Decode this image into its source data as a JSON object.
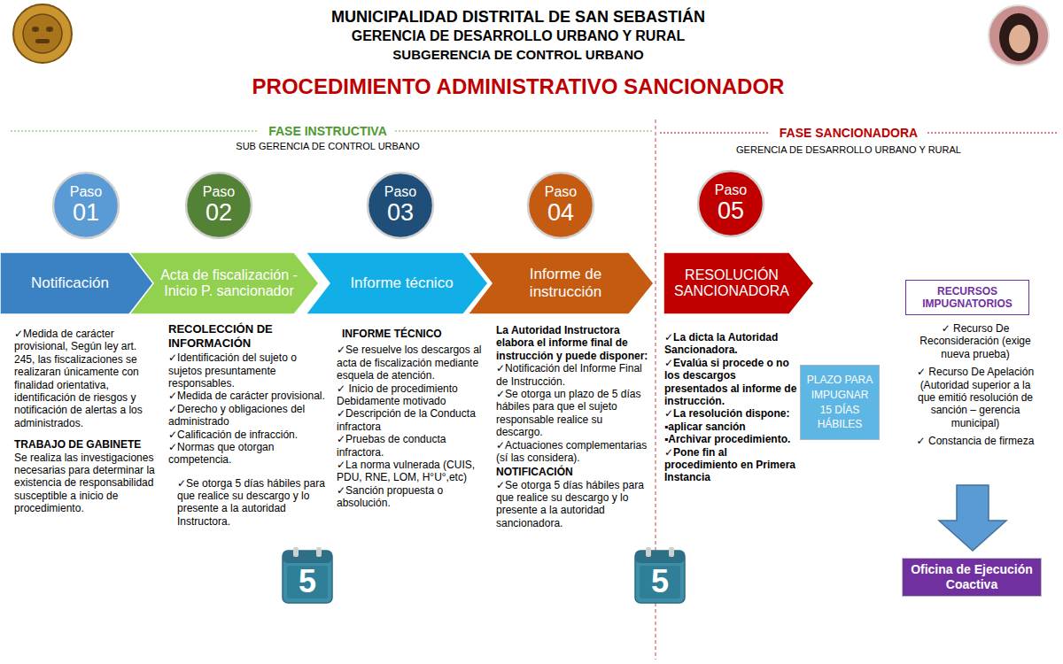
{
  "diagram": {
    "title": "PROCEDIMIENTO ADMINISTRATIVO SANCIONADOR",
    "nodes": [
      {
        "text": [
          "Paso",
          "01"
        ]
      },
      {
        "text": [
          "Paso",
          "02"
        ]
      },
      {
        "text": [
          "Paso",
          "03"
        ]
      },
      {
        "text": [
          "Paso",
          "04"
        ]
      },
      {
        "text": [
          "Paso",
          "05"
        ]
      },
      {
        "text": [
          "Notificación"
        ]
      },
      {
        "text": [
          "Acta de fiscalización -Inicio P. sancionador"
        ]
      },
      {
        "text": [
          "Informe técnico"
        ]
      },
      {
        "text": [
          "Informe de instrucción"
        ]
      },
      {
        "text": [
          "RESOLUCIÓN SANCIONADORA"
        ]
      },
      {
        "text": [
          "PLAZO PARA IMPUGNAR 15 DÍAS HÁBILES"
        ]
      },
      {
        "text": [
          "RECURSOS IMPUGNATORIOS"
        ]
      },
      {
        "text": [
          "Oficina de Ejecución Coactiva"
        ]
      }
    ],
    "labels": [
      "MUNICIPALIDAD DISTRITAL DE SAN SEBASTIÁN",
      "GERENCIA DE DESARROLLO URBANO Y RURAL",
      "SUBGERENCIA DE CONTROL URBANO",
      "FASE INSTRUCTIVA",
      "SUB GERENCIA DE CONTROL URBANO",
      "FASE SANCIONADORA",
      "GERENCIA DE DESARROLLO URBANO Y RURAL",
      "✓Medida de carácter provisional, Según ley art. 245, las fiscalizaciones se realizaran únicamente con finalidad orientativa, identificación de riesgos y notificación de alertas a los administrados.",
      "TRABAJO DE GABINETE",
      "Se realiza las investigaciones necesarias para determinar la existencia de responsabilidad susceptible a inicio de procedimiento.",
      "RECOLECCIÓN DE INFORMACIÓN",
      "✓Identificación del sujeto o sujetos presuntamente responsables.",
      "✓Medida de carácter provisional.",
      "✓Derecho y obligaciones del administrado",
      "✓Calificación de infracción.",
      "✓Normas que otorgan competencia.",
      "✓Se otorga 5 días hábiles para que realice su descargo y lo presente a la autoridad Instructora.",
      "INFORME TÉCNICO",
      "✓Se resuelve los descargos al acta de fiscalización mediante esquela de atención.",
      "✓ Inicio de procedimiento Debidamente motivado",
      "✓Descripción de la Conducta infractora",
      "✓Pruebas de conducta infractora.",
      "✓La norma vulnerada (CUIS, PDU, RNE, LOM, H°U°,etc)",
      "✓Sanción propuesta o absolución.",
      "La Autoridad Instructora elabora el informe final de instrucción y puede disponer:",
      "✓Notificación del Informe Final de Instrucción.",
      "✓Se otorga un plazo de 5 días hábiles para que el sujeto responsable realice su descargo.",
      "✓Actuaciones complementarias (sí las considera).",
      "NOTIFICACIÓN",
      "✓Se otorga 5 días hábiles para que realice su descargo y lo presente a la autoridad sancionadora.",
      "✓La dicta la Autoridad Sancionadora.",
      "✓Evalúa si procede o no los descargos presentados al informe de instrucción.",
      "✓La resolución dispone:",
      "▪aplicar sanción",
      "▪Archivar procedimiento.",
      "✓Pone fin al procedimiento en Primera Instancia",
      "✓ Recurso De Reconsideración (exige nueva prueba)",
      "✓ Recurso De Apelación (Autoridad superior a la que emitió resolución de sanción – gerencia municipal)",
      "✓ Constancia de firmeza",
      "5",
      "5"
    ]
  }
}
